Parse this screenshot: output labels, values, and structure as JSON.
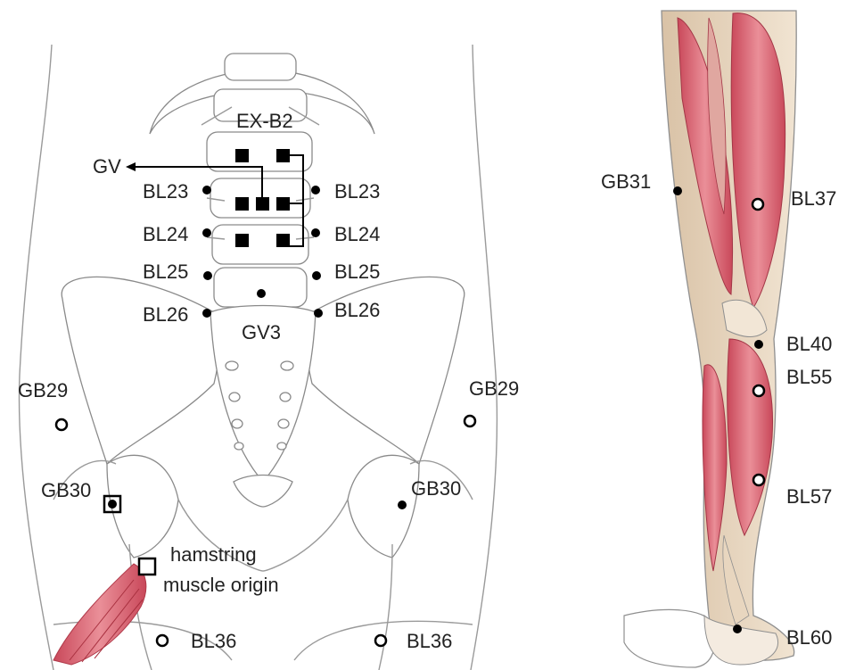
{
  "back_labels": {
    "ex_b2": "EX-B2",
    "gv": "GV",
    "bl23_left": "BL23",
    "bl23_right": "BL23",
    "bl24_left": "BL24",
    "bl24_right": "BL24",
    "bl25_left": "BL25",
    "bl25_right": "BL25",
    "bl26_left": "BL26",
    "bl26_right": "BL26",
    "gv3": "GV3",
    "gb29_left": "GB29",
    "gb29_right": "GB29",
    "gb30_left": "GB30",
    "gb30_right": "GB30",
    "hamstring_line1": "hamstring",
    "hamstring_line2": "muscle origin",
    "bl36_left": "BL36",
    "bl36_right": "BL36"
  },
  "leg_labels": {
    "gb31": "GB31",
    "bl37": "BL37",
    "bl40": "BL40",
    "bl55": "BL55",
    "bl57": "BL57",
    "bl60": "BL60"
  },
  "colors": {
    "muscle": "#e07a86",
    "muscle_dark": "#c9485a",
    "tendon": "#e8d6bf",
    "marker": "#000000"
  }
}
